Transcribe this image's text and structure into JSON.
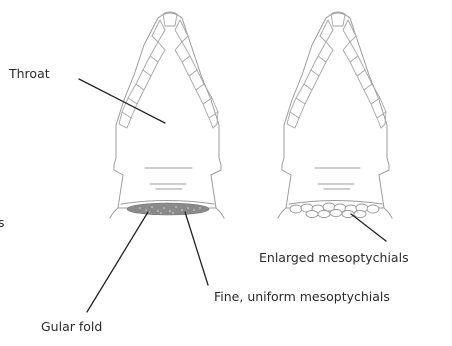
{
  "labels": {
    "throat": "Throat",
    "gular_fold": "Gular fold",
    "fine_uniform": "Fine, uniform mesoptychials",
    "enlarged": "Enlarged mesoptychials",
    "edge_fragment": "s"
  },
  "colors": {
    "outline": "#9c9c9c",
    "leader": "#222222",
    "granules": "#8a8a8a",
    "text": "#2b2b2b"
  }
}
